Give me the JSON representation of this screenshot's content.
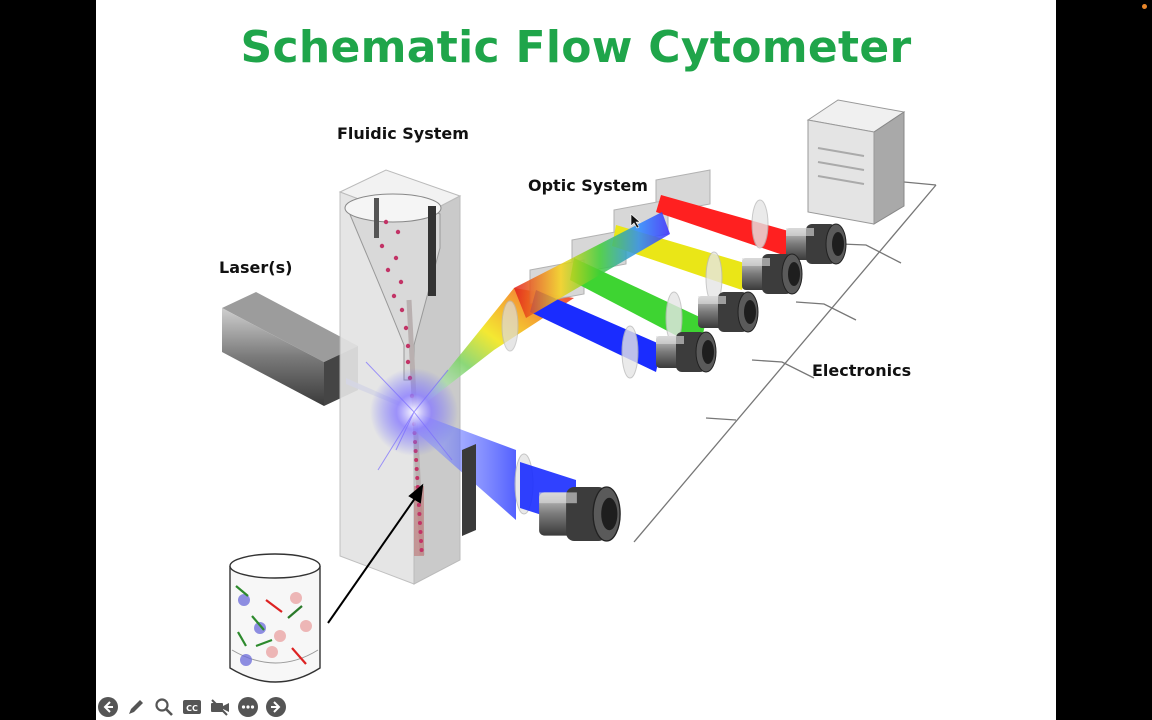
{
  "slide": {
    "title": "Schematic Flow Cytometer",
    "labels": {
      "fluidic": "Fluidic System",
      "optic": "Optic System",
      "laser": "Laser(s)",
      "electronics": "Electronics"
    }
  },
  "toolbar": {
    "items": [
      {
        "icon": "arrow-left-icon",
        "text": ""
      },
      {
        "icon": "pen-icon",
        "text": ""
      },
      {
        "icon": "magnifier-icon",
        "text": ""
      },
      {
        "icon": "closed-caption-icon",
        "text": "CC"
      },
      {
        "icon": "video-off-icon",
        "text": ""
      },
      {
        "icon": "more-icon",
        "text": ""
      },
      {
        "icon": "arrow-right-icon",
        "text": ""
      }
    ]
  },
  "colors": {
    "title": "#1fa54a",
    "beam_red": "#ff2020",
    "beam_yellow": "#f2ea17",
    "beam_green": "#3ed432",
    "beam_blue": "#1a2cff"
  }
}
